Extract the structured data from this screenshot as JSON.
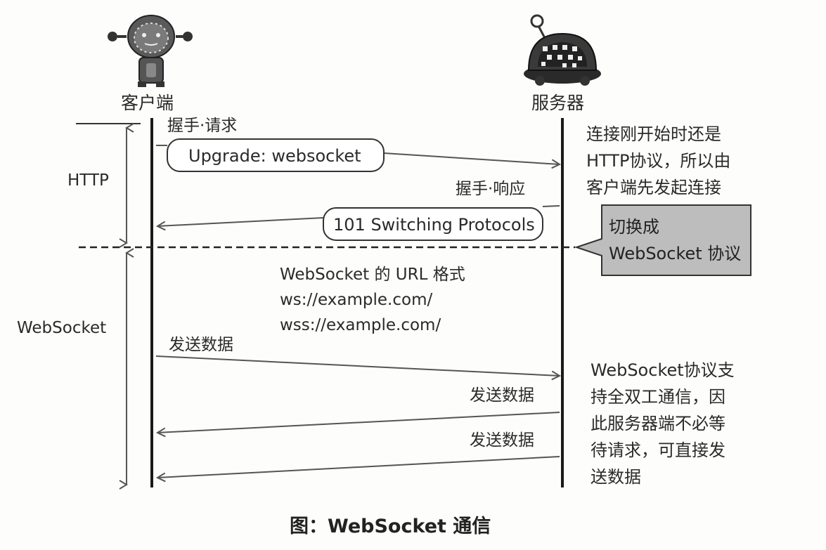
{
  "actors": {
    "client": {
      "label": "客户端",
      "icon": "robot-client-icon"
    },
    "server": {
      "label": "服务器",
      "icon": "robot-server-icon"
    }
  },
  "phases": {
    "http": "HTTP",
    "websocket": "WebSocket"
  },
  "messages": {
    "handshake_request": {
      "label": "握手·请求",
      "pill": "Upgrade: websocket"
    },
    "handshake_response": {
      "label": "握手·响应",
      "pill": "101 Switching Protocols"
    },
    "send1": "发送数据",
    "send2": "发送数据",
    "send3": "发送数据"
  },
  "url_format": {
    "title": "WebSocket 的 URL 格式",
    "ws": "ws://example.com/",
    "wss": "wss://example.com/"
  },
  "notes": {
    "http_note": [
      "连接刚开始时还是",
      "HTTP协议，所以由",
      "客户端先发起连接"
    ],
    "switch_callout": [
      "切换成",
      "WebSocket 协议"
    ],
    "ws_note": [
      "WebSocket协议支",
      "持全双工通信，因",
      "此服务器端不必等",
      "待请求，可直接发",
      "送数据"
    ]
  },
  "caption": "图：WebSocket 通信",
  "colors": {
    "line": "#1a1a1a",
    "arrow": "#555555",
    "callout_bg": "#bdbdbd",
    "client_robot": "#5a5a5a",
    "server_robot": "#3a3a3a"
  }
}
